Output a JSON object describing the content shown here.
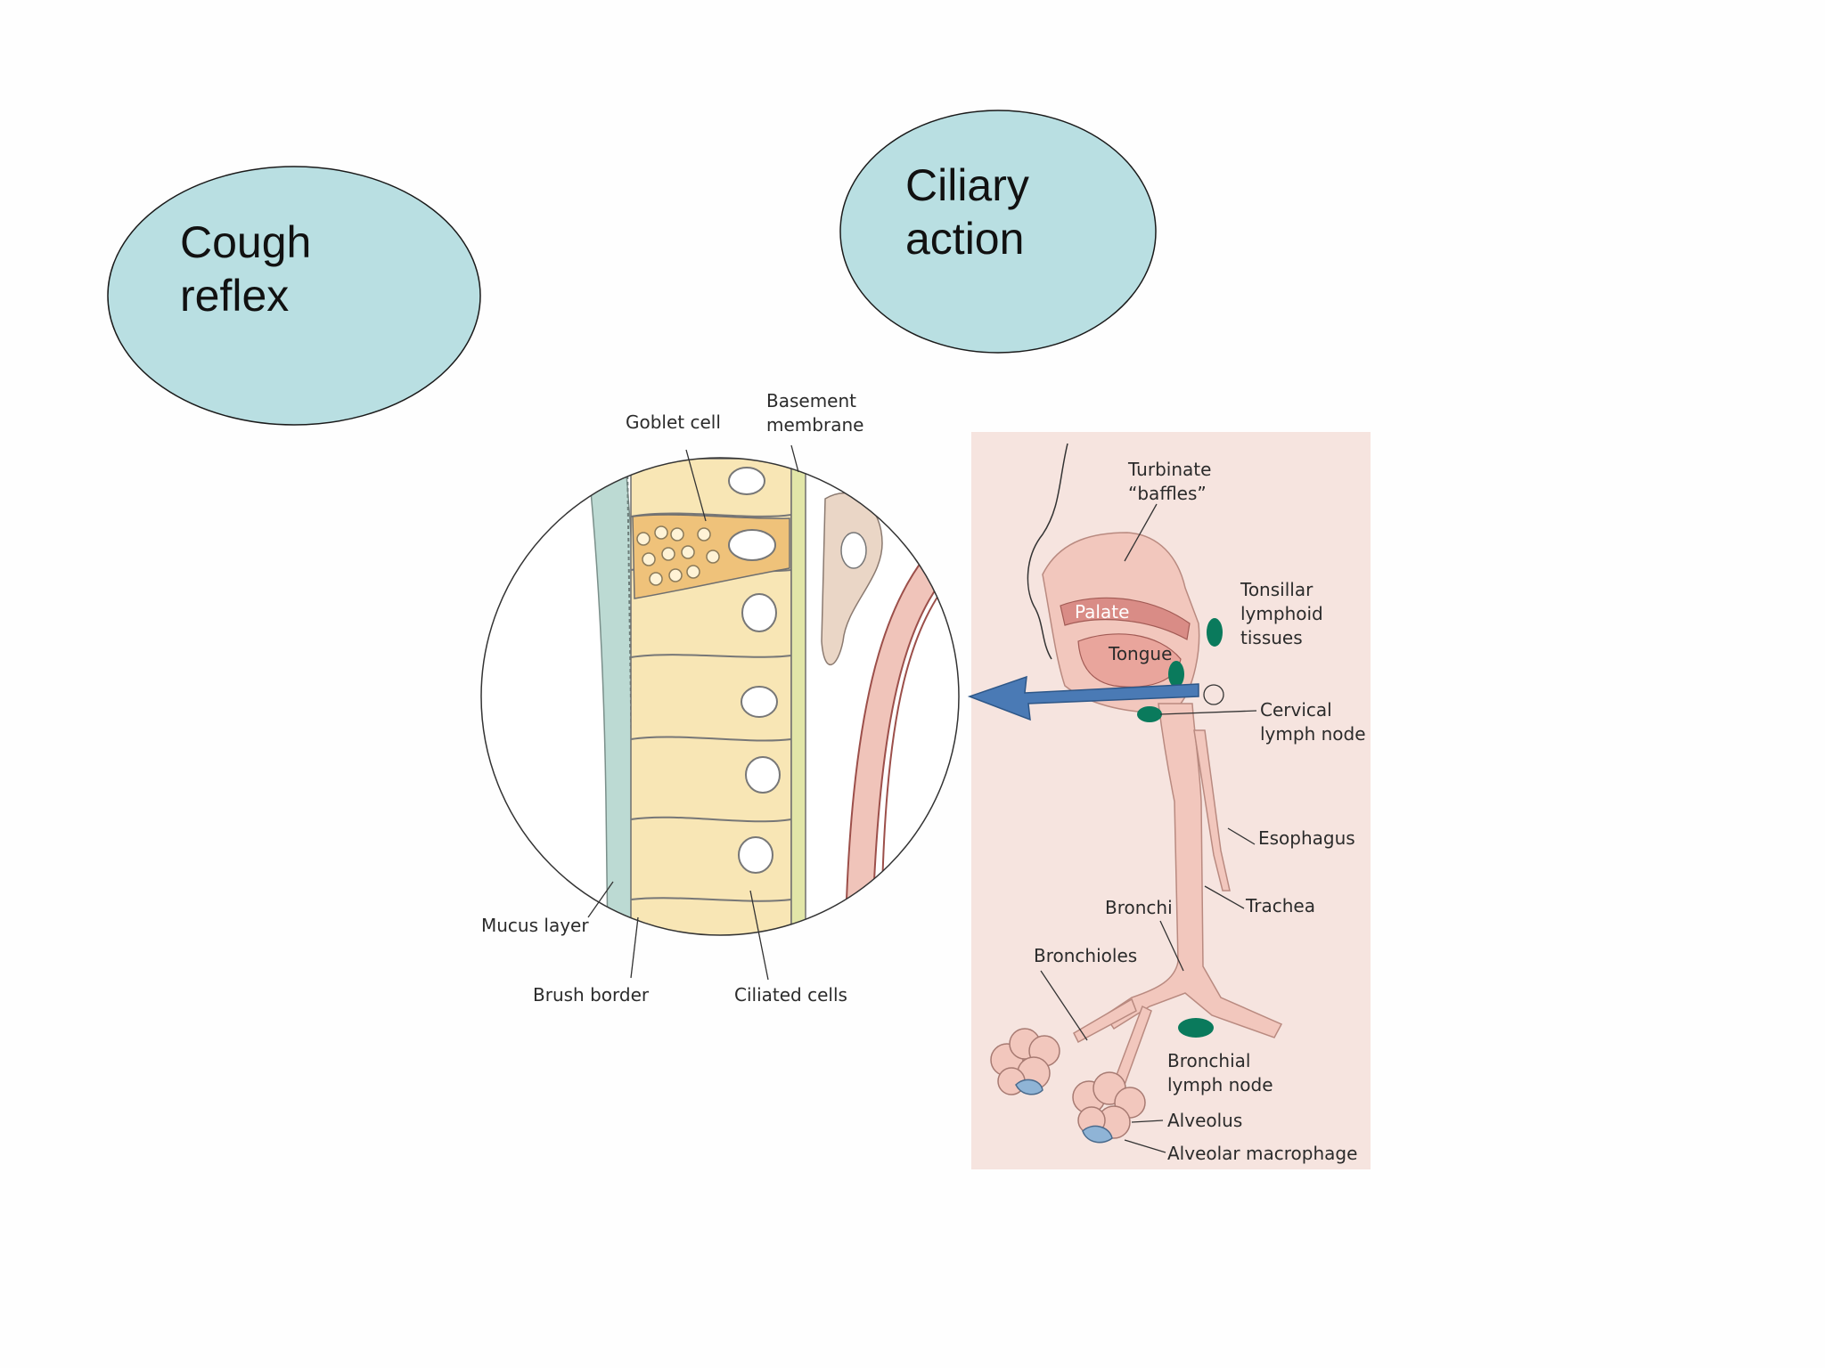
{
  "bubbles": {
    "cough": {
      "line1": "Cough",
      "line2": "reflex"
    },
    "ciliary": {
      "line1": "Ciliary",
      "line2": "action"
    }
  },
  "colors": {
    "bubble_fill": "#b9dfe2",
    "panel_bg": "#f6e4df",
    "tissue_pink": "#f2c7bd",
    "cell_yellow": "#f8e6b5",
    "goblet_orange": "#efc27a",
    "mucus_green": "#bcdad3",
    "lymph_green": "#0a7a5c",
    "arrow_blue": "#4a7ab5"
  },
  "cell_diagram": {
    "goblet_cell": "Goblet cell",
    "basement_line1": "Basement",
    "basement_line2": "membrane",
    "mucus_layer": "Mucus layer",
    "brush_border": "Brush border",
    "ciliated_cells": "Ciliated cells"
  },
  "airway_diagram": {
    "turbinate_line1": "Turbinate",
    "turbinate_line2": "“baffles”",
    "palate": "Palate",
    "tongue": "Tongue",
    "tonsillar_line1": "Tonsillar",
    "tonsillar_line2": "lymphoid",
    "tonsillar_line3": "tissues",
    "cervical_line1": "Cervical",
    "cervical_line2": "lymph node",
    "esophagus": "Esophagus",
    "trachea": "Trachea",
    "bronchi": "Bronchi",
    "bronchioles": "Bronchioles",
    "bronchial_line1": "Bronchial",
    "bronchial_line2": "lymph node",
    "alveolus": "Alveolus",
    "alveolar_macrophage": "Alveolar macrophage"
  }
}
